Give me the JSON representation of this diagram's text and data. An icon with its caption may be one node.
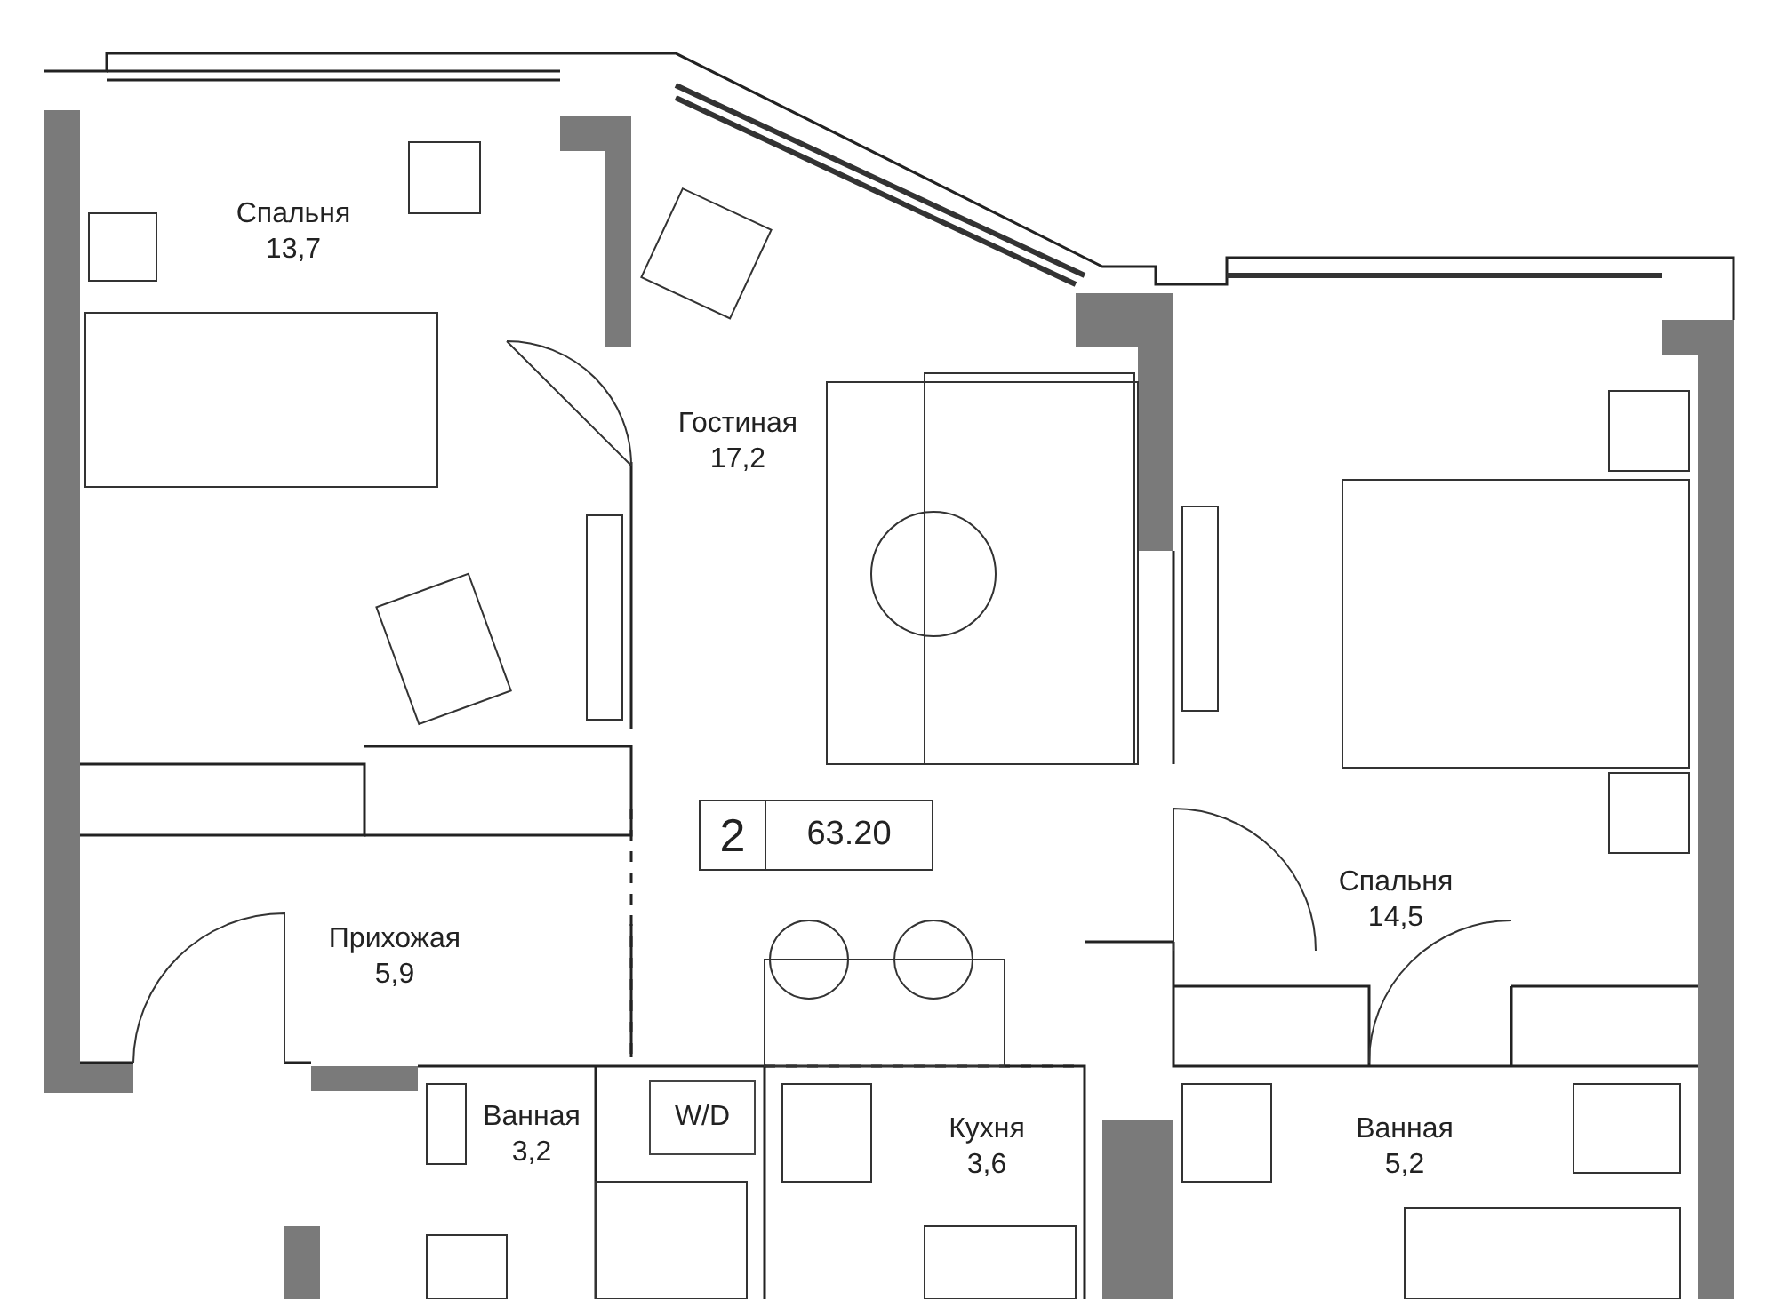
{
  "diagram": {
    "nodes": [
      {
        "text": [
          "Спальня",
          "13,7"
        ]
      },
      {
        "text": [
          "Гостиная",
          "17,2"
        ]
      },
      {
        "text": [
          "2",
          "63.20"
        ]
      },
      {
        "text": [
          "Спальня",
          "14,5"
        ]
      },
      {
        "text": [
          "Прихожая",
          "5,9"
        ]
      },
      {
        "text": [
          "Ванная",
          "3,2"
        ]
      },
      {
        "text": [
          "W/D"
        ]
      },
      {
        "text": [
          "Кухня",
          "3,6"
        ]
      },
      {
        "text": [
          "Ванная",
          "5,2"
        ]
      }
    ],
    "edges": []
  }
}
